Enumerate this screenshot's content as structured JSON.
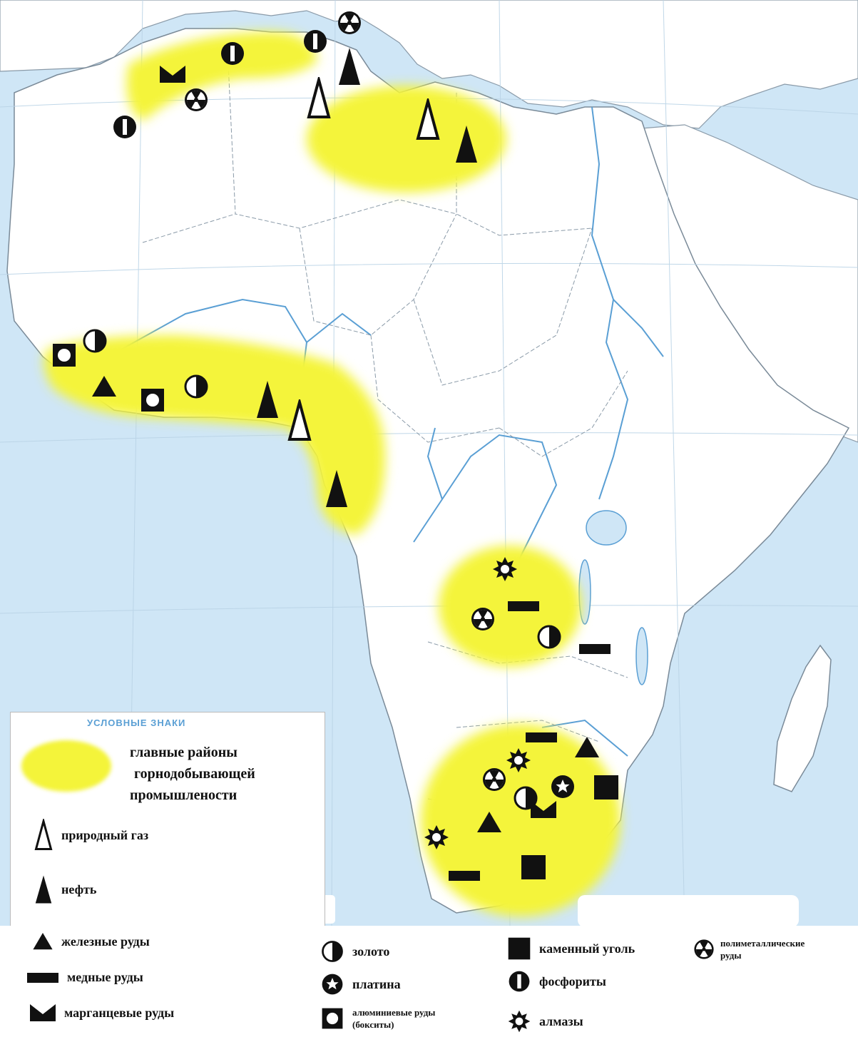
{
  "legend": {
    "title": "УСЛОВНЫЕ ЗНАКИ",
    "region_lines": [
      "главные районы",
      "горнодобывающей",
      "промышлености"
    ],
    "items": {
      "natural_gas": "природный газ",
      "oil": "нефть",
      "iron_ore": "железные руды",
      "copper_ore": "медные руды",
      "manganese_ore": "марганцевые руды",
      "gold": "золото",
      "platinum": "платина",
      "bauxite_line1": "алюминиевые руды",
      "bauxite_line2": "(бокситы)",
      "coal": "каменный уголь",
      "phosphorites": "фосфориты",
      "diamonds": "алмазы",
      "polymetallic_line1": "полиметаллические",
      "polymetallic_line2": "руды"
    }
  },
  "colors": {
    "ocean": "#cfe6f6",
    "land": "#ffffff",
    "mining_region": "#f4f43a",
    "rivers": "#5a9fd4",
    "borders": "#8a9aa8",
    "symbols": "#111111"
  },
  "markers": {
    "north_region": [
      "manganese",
      "phosphorite",
      "phosphorite",
      "polymetallic",
      "oil",
      "polymetallic",
      "gas",
      "phosphorite",
      "gas",
      "oil"
    ],
    "west_region": [
      "bauxite",
      "gold",
      "iron",
      "bauxite",
      "gold",
      "oil",
      "gas",
      "oil"
    ],
    "central_region": [
      "diamond",
      "copper",
      "polymetallic",
      "gold",
      "copper"
    ],
    "south_region": [
      "copper",
      "iron",
      "diamond",
      "polymetallic",
      "platinum",
      "coal",
      "gold",
      "iron",
      "manganese",
      "diamond",
      "copper",
      "coal"
    ]
  }
}
